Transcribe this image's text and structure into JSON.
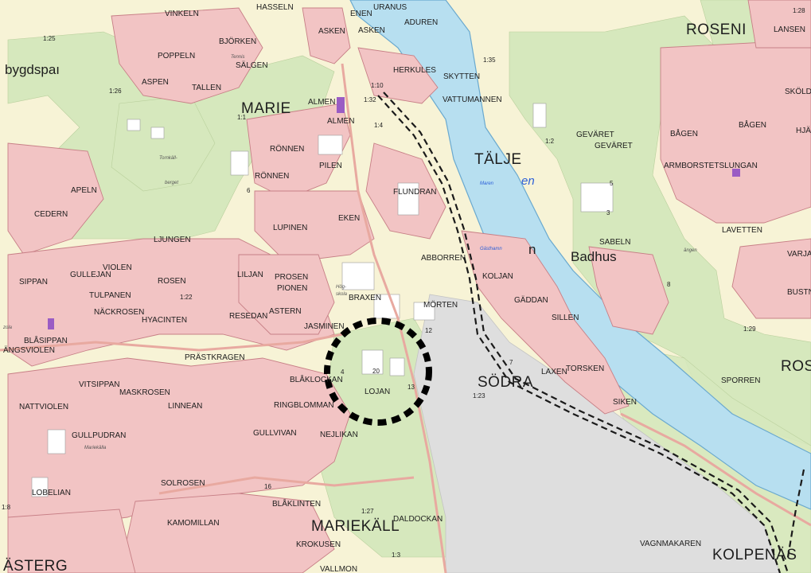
{
  "colors": {
    "background": "#f7f3d6",
    "forest": "#d6e8bd",
    "residential": "#f2c4c4",
    "residential_stroke": "#c77f86",
    "building": "#ffffff",
    "water": "#b7dff0",
    "water_edge": "#6aa9cf",
    "industrial": "#dedede",
    "road": "#e8a9a0",
    "railway": "#1a1a1a",
    "highlight_circle": "#000000",
    "public_building": "#9a5cc4"
  },
  "icons": [
    "railway-line",
    "highlight-circle",
    "building-block"
  ],
  "labels": {
    "areas": [
      {
        "id": "roseni",
        "text": "ROSENI"
      },
      {
        "id": "marie",
        "text": "MARIE"
      },
      {
        "id": "talje",
        "text": "TÄLJE"
      },
      {
        "id": "sodra",
        "text": "SÖDRA"
      },
      {
        "id": "mariekall",
        "text": "MARIEKÄLL"
      },
      {
        "id": "kolpenas",
        "text": "KOLPENÄS"
      },
      {
        "id": "asterg",
        "text": "ÄSTERG"
      },
      {
        "id": "ros",
        "text": "ROS"
      },
      {
        "id": "badhus",
        "text": "Badhus"
      },
      {
        "id": "bygdspa",
        "text": "bygdspaı"
      },
      {
        "id": "en",
        "text": "en"
      },
      {
        "id": "n",
        "text": "n"
      }
    ],
    "blocks": [
      {
        "id": "vinkeln",
        "text": "VINKELN"
      },
      {
        "id": "hasseln",
        "text": "HASSELN"
      },
      {
        "id": "enen",
        "text": "ENEN"
      },
      {
        "id": "uranus",
        "text": "URANUS"
      },
      {
        "id": "aduren",
        "text": "ADUREN"
      },
      {
        "id": "asken1",
        "text": "ASKEN"
      },
      {
        "id": "asken2",
        "text": "ASKEN"
      },
      {
        "id": "bjorken",
        "text": "BJÖRKEN"
      },
      {
        "id": "poppeln",
        "text": "POPPELN"
      },
      {
        "id": "salgen",
        "text": "SÄLGEN"
      },
      {
        "id": "aspen",
        "text": "ASPEN"
      },
      {
        "id": "tallen",
        "text": "TALLEN"
      },
      {
        "id": "herkules",
        "text": "HERKULES"
      },
      {
        "id": "skytten",
        "text": "SKYTTEN"
      },
      {
        "id": "vattumannen",
        "text": "VATTUMANNEN"
      },
      {
        "id": "almen1",
        "text": "ALMEN"
      },
      {
        "id": "almen2",
        "text": "ALMEN"
      },
      {
        "id": "ronnen1",
        "text": "RÖNNEN"
      },
      {
        "id": "ronnen2",
        "text": "RÖNNEN"
      },
      {
        "id": "pilen",
        "text": "PILEN"
      },
      {
        "id": "flundran",
        "text": "FLUNDRAN"
      },
      {
        "id": "apeln",
        "text": "APELN"
      },
      {
        "id": "cedern",
        "text": "CEDERN"
      },
      {
        "id": "lupinen",
        "text": "LUPINEN"
      },
      {
        "id": "eken",
        "text": "EKEN"
      },
      {
        "id": "ljungen",
        "text": "LJUNGEN"
      },
      {
        "id": "violen",
        "text": "VIOLEN"
      },
      {
        "id": "gullejan",
        "text": "GULLEJAN"
      },
      {
        "id": "sippan",
        "text": "SIPPAN"
      },
      {
        "id": "rosen",
        "text": "ROSEN"
      },
      {
        "id": "liljan",
        "text": "LILJAN"
      },
      {
        "id": "prosen",
        "text": "PROSEN"
      },
      {
        "id": "pionen",
        "text": "PIONEN"
      },
      {
        "id": "tulpanen",
        "text": "TULPANEN"
      },
      {
        "id": "nackrosen",
        "text": "NÄCKROSEN"
      },
      {
        "id": "hyacinten",
        "text": "HYACINTEN"
      },
      {
        "id": "reseda",
        "text": "RESEDAN"
      },
      {
        "id": "astern",
        "text": "ASTERN"
      },
      {
        "id": "jasminen",
        "text": "JASMINEN"
      },
      {
        "id": "braxen",
        "text": "BRAXEN"
      },
      {
        "id": "morten",
        "text": "MÖRTEN"
      },
      {
        "id": "abborren",
        "text": "ABBORREN"
      },
      {
        "id": "koljan",
        "text": "KOLJAN"
      },
      {
        "id": "gaddan",
        "text": "GÄDDAN"
      },
      {
        "id": "sillen",
        "text": "SILLEN"
      },
      {
        "id": "torsken",
        "text": "TORSKEN"
      },
      {
        "id": "laxen",
        "text": "LAXEN"
      },
      {
        "id": "siken",
        "text": "SIKEN"
      },
      {
        "id": "blasippan",
        "text": "BLÅSIPPAN"
      },
      {
        "id": "angsviolen",
        "text": "ÄNGSVIOLEN"
      },
      {
        "id": "prastkragen",
        "text": "PRÄSTKRAGEN"
      },
      {
        "id": "blaklockan",
        "text": "BLÅKLOCKAN"
      },
      {
        "id": "lojan",
        "text": "LOJAN"
      },
      {
        "id": "vitsippan",
        "text": "VITSIPPAN"
      },
      {
        "id": "maskrosen",
        "text": "MASKROSEN"
      },
      {
        "id": "nattviolen",
        "text": "NATTVIOLEN"
      },
      {
        "id": "linnean",
        "text": "LINNEAN"
      },
      {
        "id": "ringblomman",
        "text": "RINGBLOMMAN"
      },
      {
        "id": "gullvivan",
        "text": "GULLVIVAN"
      },
      {
        "id": "nejlikan",
        "text": "NEJLIKAN"
      },
      {
        "id": "gullpudran",
        "text": "GULLPUDRAN"
      },
      {
        "id": "lobelian",
        "text": "LOBELIAN"
      },
      {
        "id": "solrosen",
        "text": "SOLROSEN"
      },
      {
        "id": "blaklinten",
        "text": "BLÅKLINTEN"
      },
      {
        "id": "daldockan",
        "text": "DALDOCKAN"
      },
      {
        "id": "krokusen",
        "text": "KROKUSEN"
      },
      {
        "id": "kamomillan",
        "text": "KAMOMILLAN"
      },
      {
        "id": "vallmon",
        "text": "VALLMON"
      },
      {
        "id": "vagnmakaren",
        "text": "VAGNMAKAREN"
      },
      {
        "id": "sporren",
        "text": "SPORREN"
      },
      {
        "id": "sabeln",
        "text": "SABELN"
      },
      {
        "id": "lansen",
        "text": "LANSEN"
      },
      {
        "id": "skolden",
        "text": "SKÖLD"
      },
      {
        "id": "bagen1",
        "text": "BÅGEN"
      },
      {
        "id": "bagen2",
        "text": "BÅGEN"
      },
      {
        "id": "hja",
        "text": "HJÄ"
      },
      {
        "id": "geväret1",
        "text": "GEVÄRET"
      },
      {
        "id": "geväret2",
        "text": "GEVÄRET"
      },
      {
        "id": "armborst",
        "text": "ARMBORSTETSLUNGAN"
      },
      {
        "id": "lavetten",
        "text": "LAVETTEN"
      },
      {
        "id": "varjan",
        "text": "VARJAN"
      },
      {
        "id": "bustn",
        "text": "BUSTN"
      }
    ],
    "small": [
      {
        "id": "tornkall",
        "text": "Tornkäll-"
      },
      {
        "id": "berget",
        "text": "berget"
      },
      {
        "id": "maren",
        "text": "Maren"
      },
      {
        "id": "gasthamn",
        "text": "Gästhamn"
      },
      {
        "id": "hog",
        "text": "Hög-"
      },
      {
        "id": "skola",
        "text": "skola"
      },
      {
        "id": "mariekalla",
        "text": "Mariekälla"
      },
      {
        "id": "angen",
        "text": "ängen"
      },
      {
        "id": "zola",
        "text": "zola"
      },
      {
        "id": "tennis",
        "text": "Tennis"
      }
    ],
    "numbers": [
      "1:25",
      "1:26",
      "1:35",
      "1:10",
      "1:32",
      "1:4",
      "1:1",
      "1:2",
      "1:22",
      "1:23",
      "1:29",
      "1:27",
      "1:3",
      "1:8",
      "1:28",
      "5",
      "13",
      "20",
      "12",
      "4",
      "3",
      "6",
      "16",
      "7",
      "8"
    ]
  }
}
